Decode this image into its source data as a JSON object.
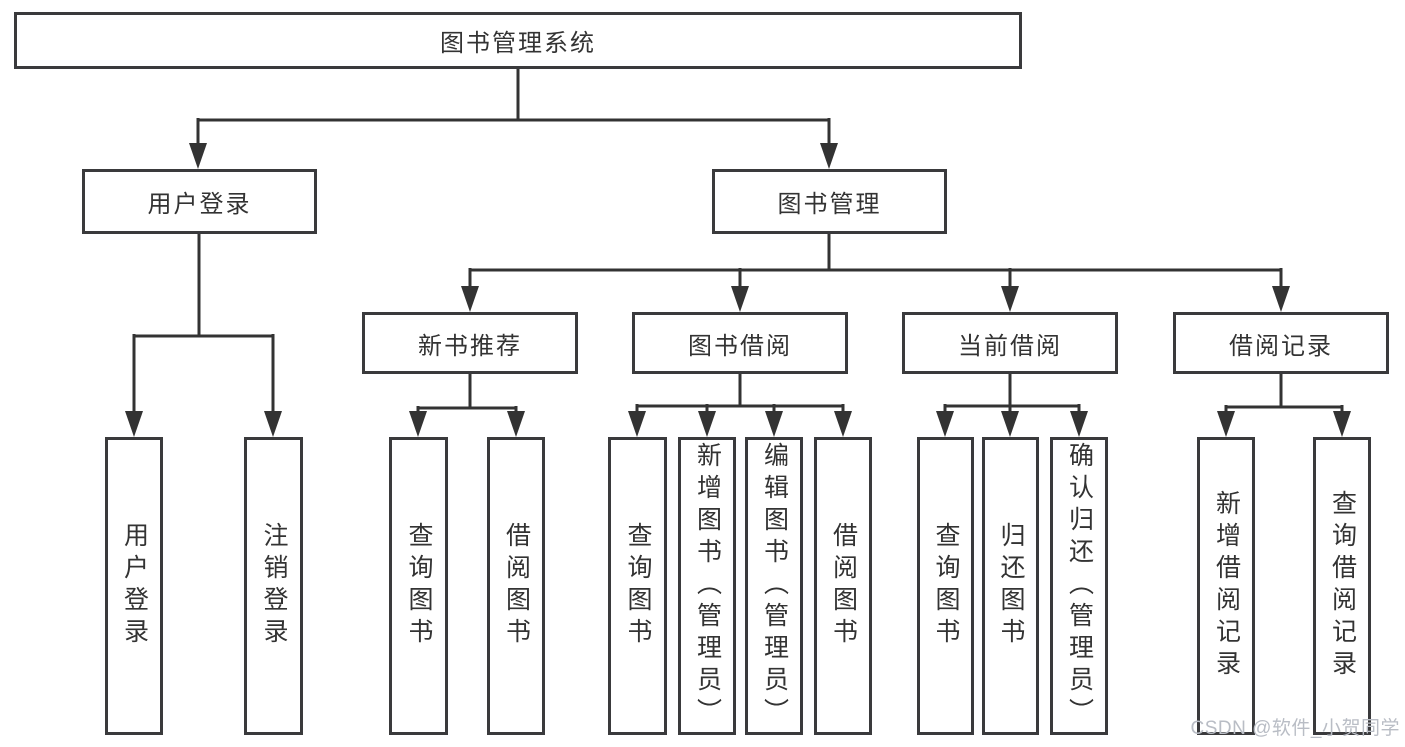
{
  "colors": {
    "line": "#333333",
    "border": "#3a3a3c",
    "text": "#333333",
    "watermark": "#b9bdc5",
    "background": "#ffffff"
  },
  "watermark": {
    "text": "CSDN @软件_小贺同学"
  },
  "diagram": {
    "type": "tree",
    "root": {
      "label": "图书管理系统"
    },
    "l2": [
      {
        "label": "用户登录",
        "children": [
          {
            "label": "用户登录"
          },
          {
            "label": "注销登录"
          }
        ]
      },
      {
        "label": "图书管理",
        "children": [
          {
            "label": "新书推荐",
            "children": [
              {
                "label": "查询图书"
              },
              {
                "label": "借阅图书"
              }
            ]
          },
          {
            "label": "图书借阅",
            "children": [
              {
                "label": "查询图书"
              },
              {
                "label": "新增图书（管理员）"
              },
              {
                "label": "编辑图书（管理员）"
              },
              {
                "label": "借阅图书"
              }
            ]
          },
          {
            "label": "当前借阅",
            "children": [
              {
                "label": "查询图书"
              },
              {
                "label": "归还图书"
              },
              {
                "label": "确认归还（管理员）"
              }
            ]
          },
          {
            "label": "借阅记录",
            "children": [
              {
                "label": "新增借阅记录"
              },
              {
                "label": "查询借阅记录"
              }
            ]
          }
        ]
      }
    ]
  }
}
